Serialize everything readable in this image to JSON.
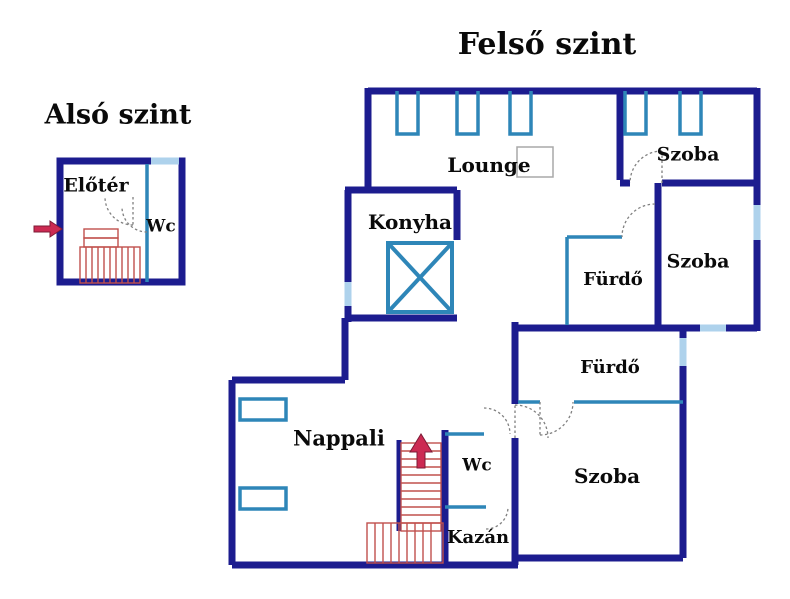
{
  "diagram": {
    "upper_title": "Felső szint",
    "lower_title": "Alsó szint"
  },
  "lower_floor": {
    "eloter": "Előtér",
    "wc": "Wc"
  },
  "upper_floor": {
    "lounge": "Lounge",
    "szoba_top": "Szoba",
    "szoba_right": "Szoba",
    "furdo_upper": "Fürdő",
    "konyha": "Konyha",
    "nappali": "Nappali",
    "wc": "Wc",
    "kazan": "Kazán",
    "furdo_lower": "Fürdő",
    "szoba_bottom": "Szoba"
  },
  "colors": {
    "wall": "#1c1c8f",
    "partition": "#2e86b8",
    "window": "#aed2ec",
    "stairs": "#c0504d",
    "arrow": "#cc2a52",
    "door_arc": "#808080",
    "text": "#0a0a0a",
    "background": "#ffffff"
  }
}
